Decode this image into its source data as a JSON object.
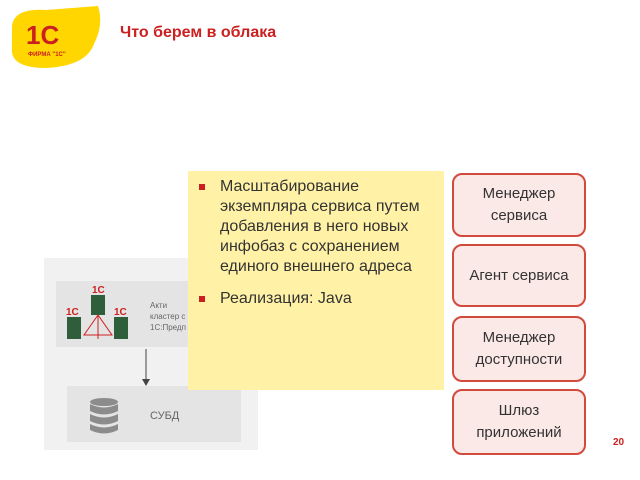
{
  "logo": {
    "symbol": "1С",
    "caption": "ФИРМА \"1С\"",
    "color": "#ffd600"
  },
  "slide": {
    "title": "Что берем в облака",
    "page_number": "20"
  },
  "diagram": {
    "cluster_text_lines": [
      "Акти",
      "кластер с",
      "1С:Предп"
    ],
    "dbms_label": "СУБД"
  },
  "bullets": [
    {
      "text": "Масштабирование экземпляра сервиса путем добавления в него новых инфобаз с сохранением единого внешнего адреса"
    },
    {
      "text": "Реализация: Java"
    }
  ],
  "components": [
    {
      "label": "Менеджер\nсервиса"
    },
    {
      "label": "Агент сервиса"
    },
    {
      "label": "Менеджер\nдоступности"
    },
    {
      "label": "Шлюз\nприложений"
    }
  ],
  "colors": {
    "accent": "#cc1f1f",
    "card": "#fff2a6",
    "component_border": "#d24a3c",
    "component_fill": "#fbe9e7"
  }
}
